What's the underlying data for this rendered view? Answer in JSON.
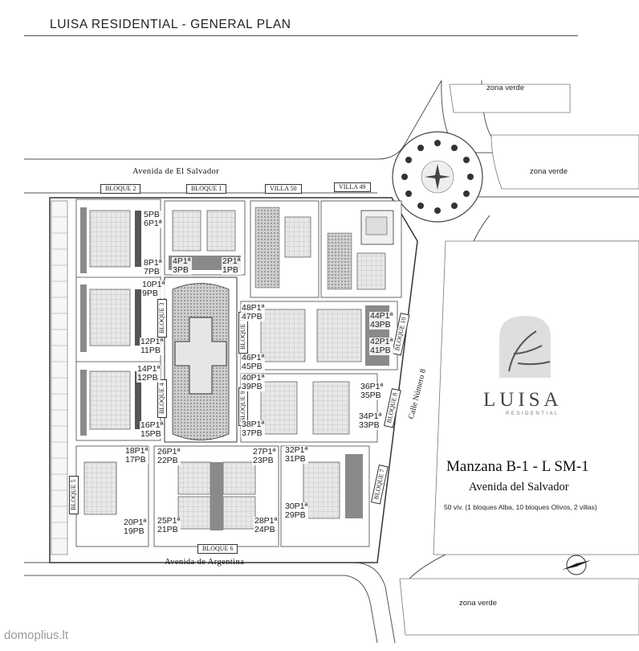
{
  "header": {
    "title": "LUISA RESIDENTIAL - GENERAL PLAN"
  },
  "streets": {
    "top": "Avenida  de  El  Salvador",
    "bottom": "Avenida  de  Argentina",
    "right": "Calle  Número  8"
  },
  "zones": {
    "top": "zona verde",
    "right": "zona verde",
    "bottom": "zona verde"
  },
  "blocks": {
    "b2": "BLOQUE 2",
    "b1": "BLOQUE 1",
    "v50": "VILLA 50",
    "v49": "VILLA 49",
    "b3": "BLOQUE 3",
    "b4": "BLOQUE 4",
    "b11": "BLOQUE 11",
    "b10": "BLOQUE 10",
    "b9": "BLOQUE 9",
    "b8": "BLOQUE 8",
    "b5": "BLOQUE 5",
    "b6": "BLOQUE 6",
    "b7": "BLOQUE 7"
  },
  "units": {
    "u5": "5PB\n6P1ª",
    "u8": "8P1ª\n7PB",
    "u4": "4P1ª\n3PB",
    "u2": "2P1ª\n1PB",
    "u10": "10P1ª\n9PB",
    "u12": "12P1ª\n11PB",
    "u14": "14P1ª\n12PB",
    "u16": "16P1ª\n15PB",
    "u48": "48P1ª\n47PB",
    "u46": "46P1ª\n45PB",
    "u44": "44P1ª\n43PB",
    "u42": "42P1ª\n41PB",
    "u40": "40P1ª\n39PB",
    "u38": "38P1ª\n37PB",
    "u36": "36P1ª\n35PB",
    "u34": "34P1ª\n33PB",
    "u18": "18P1ª\n17PB",
    "u20": "20P1ª\n19PB",
    "u26": "26P1ª\n22PB",
    "u25": "25P1ª\n21PB",
    "u27": "27P1ª\n23PB",
    "u28": "28P1ª\n24PB",
    "u32": "32P1ª\n31PB",
    "u30": "30P1ª\n29PB"
  },
  "info": {
    "manzana": "Manzana B-1 - L   SM-1",
    "avenida": "Avenida del Salvador",
    "viviendas": "50 viv. (1 bloques Alba, 10 bloques Olivos, 2 villas)"
  },
  "logo": {
    "word": "LUISA",
    "sub": "RESIDENTIAL"
  },
  "watermark": "domoplius.lt",
  "colors": {
    "line": "#333333",
    "fill_dark": "#7a7a7a",
    "fill_mid": "#b5b5b5",
    "paper": "#ffffff"
  }
}
